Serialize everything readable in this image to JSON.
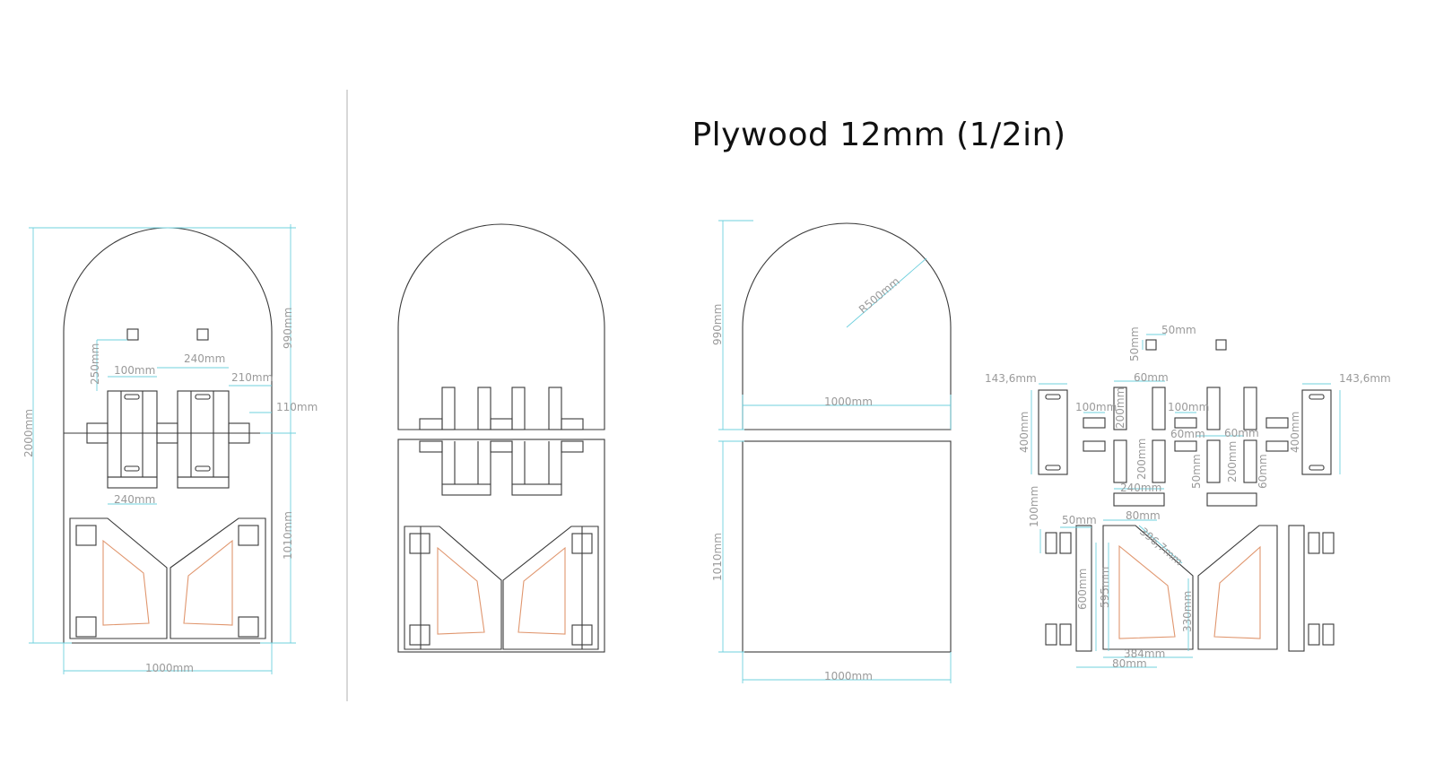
{
  "title": "Plywood 12mm (1/2in)",
  "colors": {
    "outline": "#3a3a3a",
    "dimension": "#6fd0de",
    "cut": "#e0966e",
    "label": "#9a9a9a"
  },
  "labels": {
    "a1_2000": "2000mm",
    "a1_990": "990mm",
    "a1_250": "250mm",
    "a1_100": "100mm",
    "a1_240top": "240mm",
    "a1_210": "210mm",
    "a1_110": "110mm",
    "a1_240bot": "240mm",
    "a1_1010": "1010mm",
    "a1_1000": "1000mm",
    "c_990": "990mm",
    "c_r500": "R500mm",
    "c_1000top": "1000mm",
    "c_1010": "1010mm",
    "c_1000bot": "1000mm",
    "d_1436l": "143,6mm",
    "d_1436r": "143,6mm",
    "d_400l": "400mm",
    "d_400r": "400mm",
    "d_50top": "50mm",
    "d_50v": "50mm",
    "d_60a": "60mm",
    "d_100a": "100mm",
    "d_200a": "200mm",
    "d_100b": "100mm",
    "d_60b": "60mm",
    "d_60c": "60mm",
    "d_200b": "200mm",
    "d_50b": "50mm",
    "d_200c": "200mm",
    "d_60d": "60mm",
    "d_240": "240mm",
    "d_100v": "100mm",
    "d_50c": "50mm",
    "d_80a": "80mm",
    "d_3967": "396,7mm",
    "d_600": "600mm",
    "d_595": "595mm",
    "d_330": "330mm",
    "d_384": "384mm",
    "d_80b": "80mm"
  }
}
